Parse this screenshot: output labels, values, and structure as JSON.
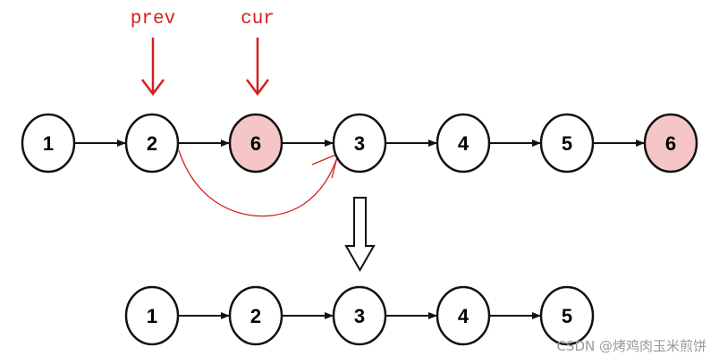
{
  "top_list": {
    "nodes": [
      {
        "label": "1",
        "highlight": false
      },
      {
        "label": "2",
        "highlight": false
      },
      {
        "label": "6",
        "highlight": true
      },
      {
        "label": "3",
        "highlight": false
      },
      {
        "label": "4",
        "highlight": false
      },
      {
        "label": "5",
        "highlight": false
      },
      {
        "label": "6",
        "highlight": true
      }
    ]
  },
  "bottom_list": {
    "nodes": [
      {
        "label": "1",
        "highlight": false
      },
      {
        "label": "2",
        "highlight": false
      },
      {
        "label": "3",
        "highlight": false
      },
      {
        "label": "4",
        "highlight": false
      },
      {
        "label": "5",
        "highlight": false
      }
    ]
  },
  "pointers": {
    "prev": {
      "label": "prev",
      "target_index": 1
    },
    "cur": {
      "label": "cur",
      "target_index": 2
    }
  },
  "watermark": "CSDN @烤鸡肉玉米煎饼",
  "colors": {
    "node_fill": "#ffffff",
    "highlight_fill": "#f5c6c6",
    "stroke": "#111111",
    "pointer": "#d42020",
    "watermark": "#9a9a9a"
  }
}
